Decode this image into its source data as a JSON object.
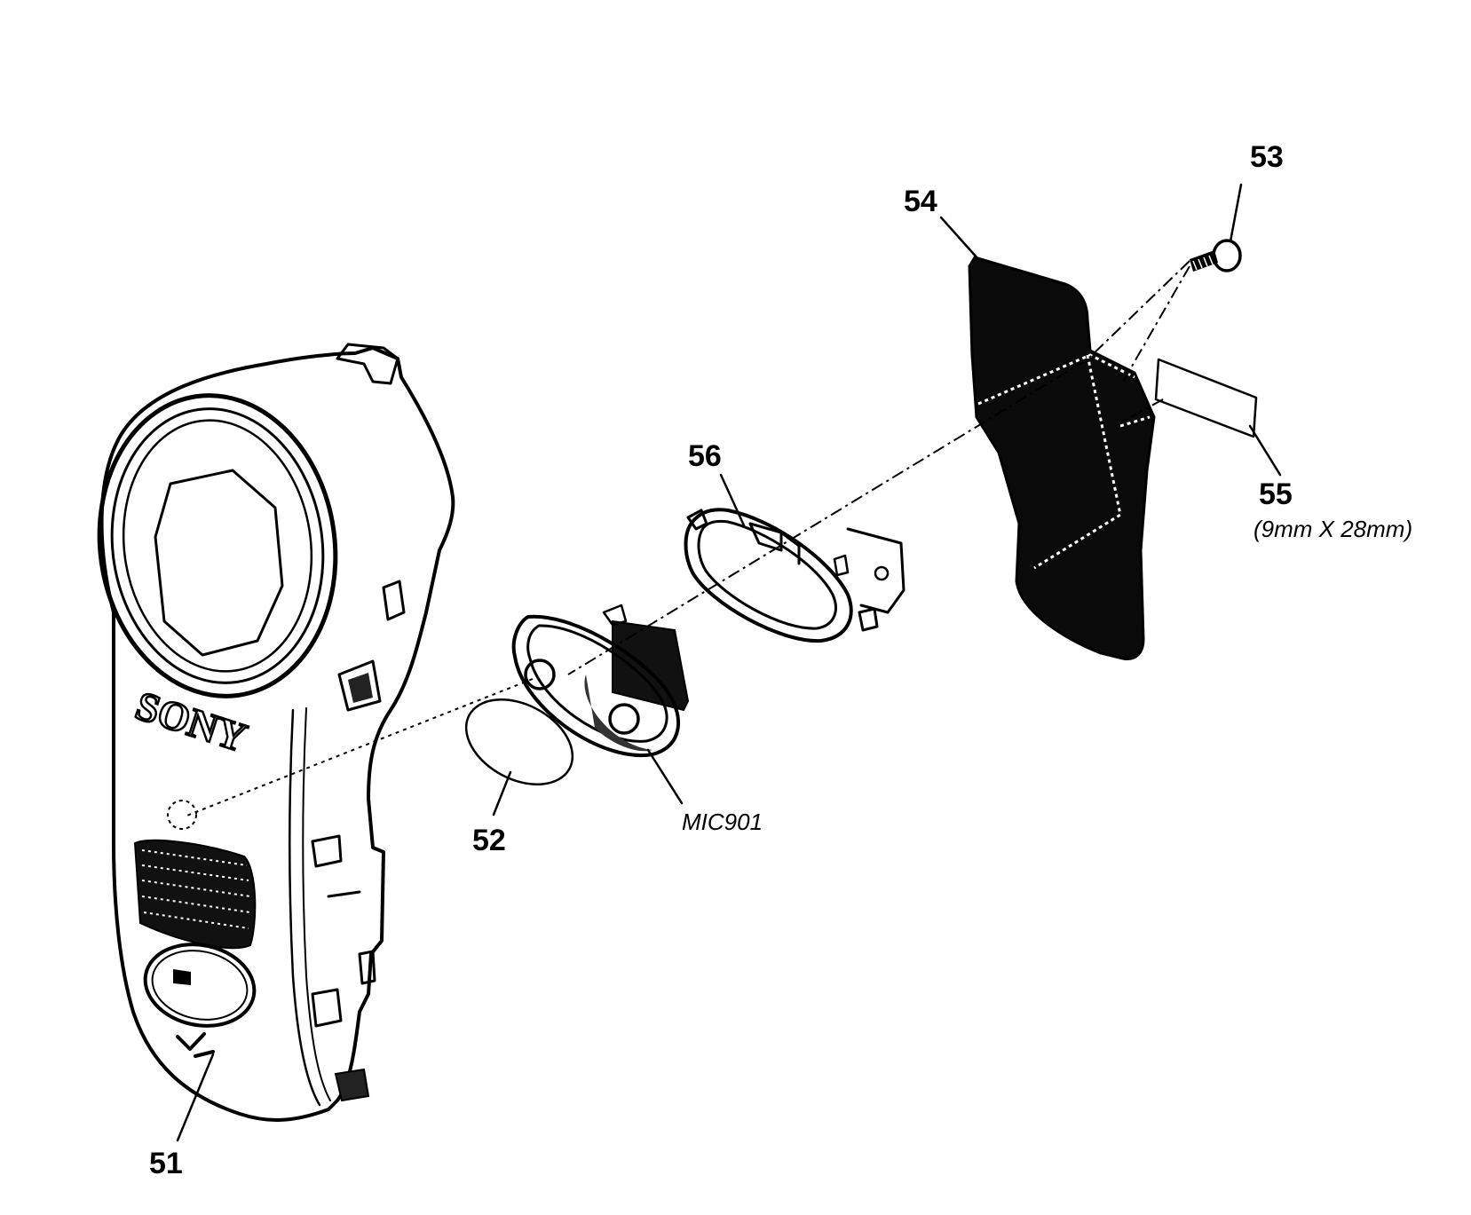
{
  "parts": [
    {
      "id": "51",
      "label": "51"
    },
    {
      "id": "52",
      "label": "52"
    },
    {
      "id": "53",
      "label": "53"
    },
    {
      "id": "54",
      "label": "54"
    },
    {
      "id": "55",
      "label": "55",
      "note": "(9mm X 28mm)"
    },
    {
      "id": "56",
      "label": "56"
    },
    {
      "id": "MIC901",
      "label": "MIC901"
    }
  ],
  "casing_logo": "SONY"
}
